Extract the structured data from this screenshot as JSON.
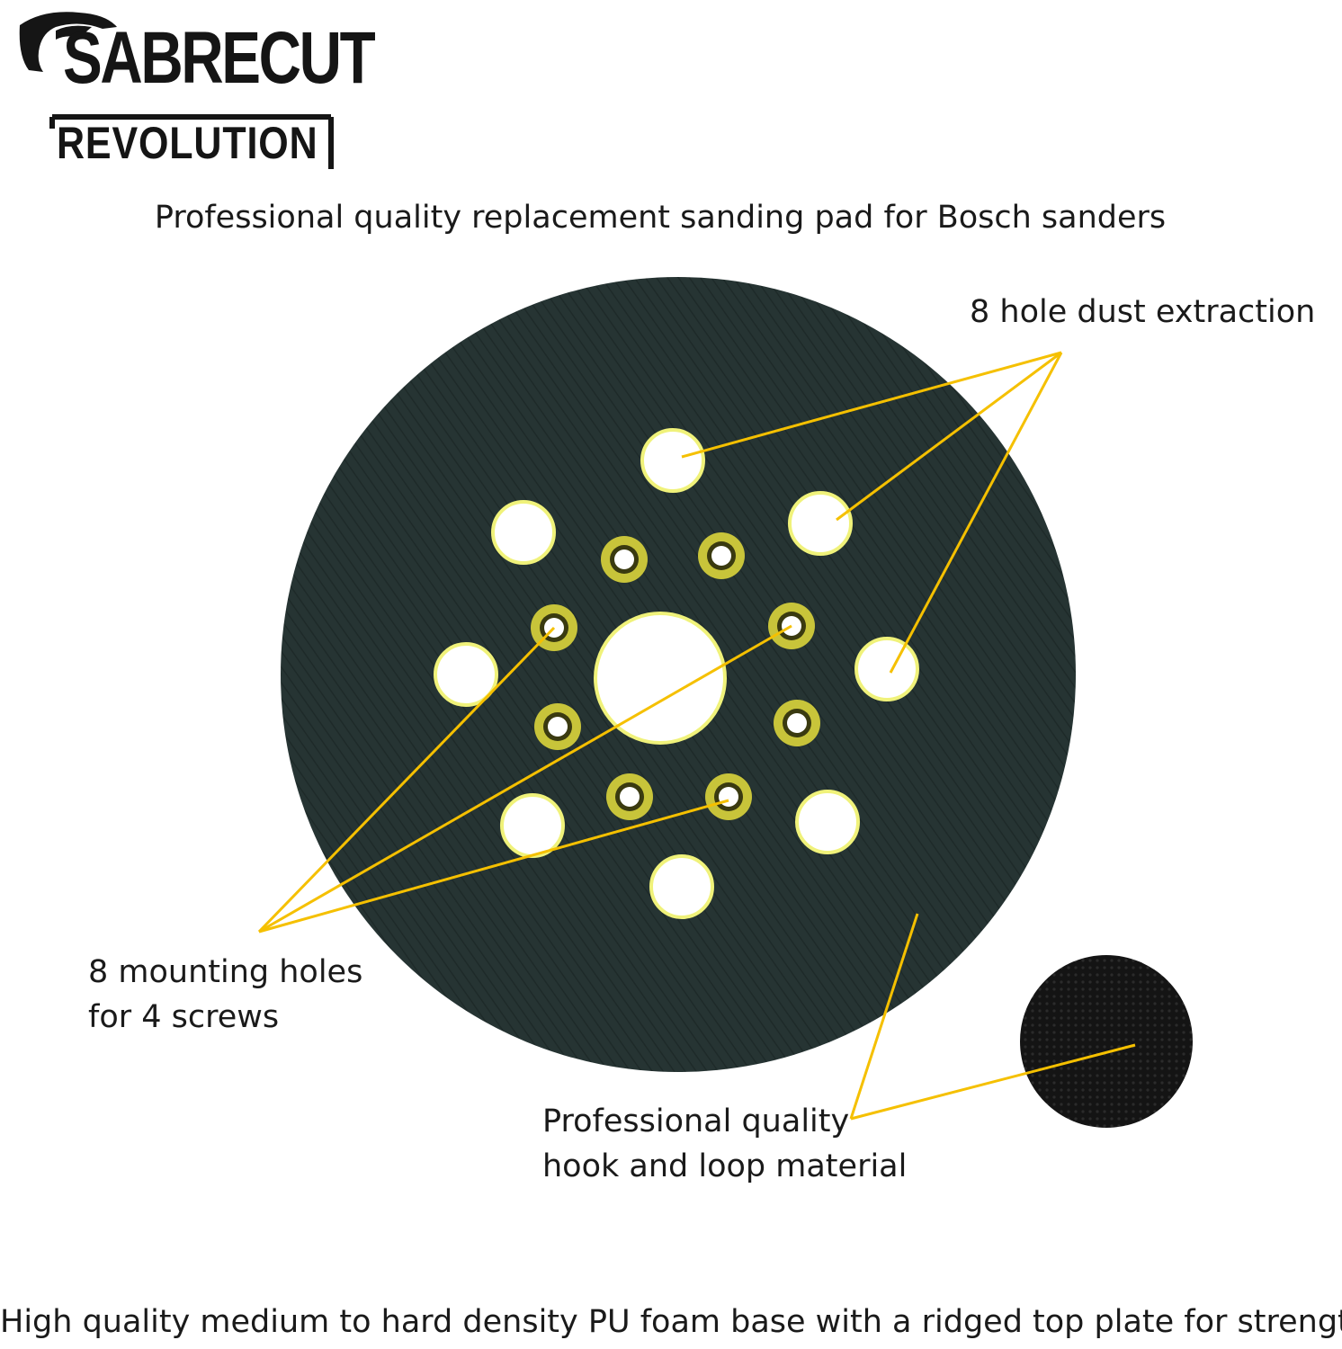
{
  "brand": {
    "name": "SABRECUT",
    "sub": "REVOLUTION",
    "logo_icon": "panther-head-icon"
  },
  "headline": "Professional quality replacement sanding pad for Bosch sanders",
  "callouts": {
    "dust": "8 hole dust extraction",
    "mount_line1": "8 mounting holes",
    "mount_line2": "for 4 screws",
    "material_line1": "Professional quality",
    "material_line2": "hook and loop material"
  },
  "footer": "High quality medium to hard density PU foam base with a ridged top plate for strength.",
  "colors": {
    "pad": "#263433",
    "foam": "#f0f27a",
    "ring": "#c8c43a",
    "leader": "#f5c000",
    "text": "#1a1a1a",
    "swatch": "#141414"
  }
}
